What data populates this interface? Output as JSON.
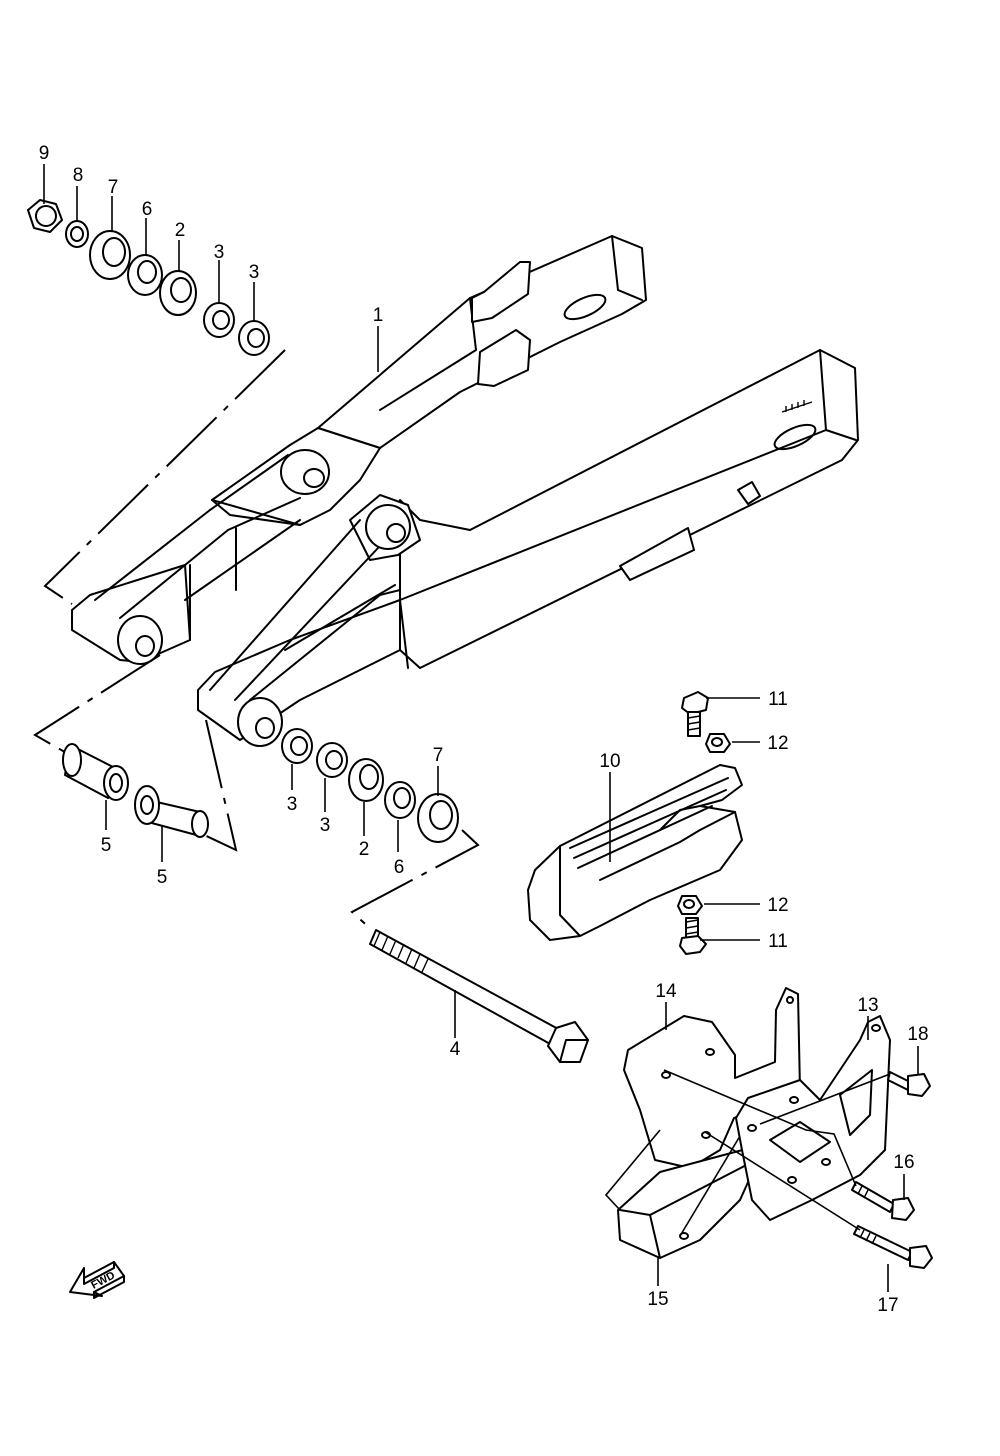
{
  "callouts": [
    {
      "id": "c9a",
      "text": "9"
    },
    {
      "id": "c8a",
      "text": "8"
    },
    {
      "id": "c7a",
      "text": "7"
    },
    {
      "id": "c6a",
      "text": "6"
    },
    {
      "id": "c2a",
      "text": "2"
    },
    {
      "id": "c3a",
      "text": "3"
    },
    {
      "id": "c3b",
      "text": "3"
    },
    {
      "id": "c1",
      "text": "1"
    },
    {
      "id": "c11a",
      "text": "11"
    },
    {
      "id": "c12a",
      "text": "12"
    },
    {
      "id": "c10",
      "text": "10"
    },
    {
      "id": "c7b",
      "text": "7"
    },
    {
      "id": "c3c",
      "text": "3"
    },
    {
      "id": "c3d",
      "text": "3"
    },
    {
      "id": "c2b",
      "text": "2"
    },
    {
      "id": "c6b",
      "text": "6"
    },
    {
      "id": "c5a",
      "text": "5"
    },
    {
      "id": "c5b",
      "text": "5"
    },
    {
      "id": "c12b",
      "text": "12"
    },
    {
      "id": "c11b",
      "text": "11"
    },
    {
      "id": "c4",
      "text": "4"
    },
    {
      "id": "c14",
      "text": "14"
    },
    {
      "id": "c13",
      "text": "13"
    },
    {
      "id": "c18",
      "text": "18"
    },
    {
      "id": "c16",
      "text": "16"
    },
    {
      "id": "c15",
      "text": "15"
    },
    {
      "id": "c17",
      "text": "17"
    }
  ],
  "fwd_badge": "FWD"
}
